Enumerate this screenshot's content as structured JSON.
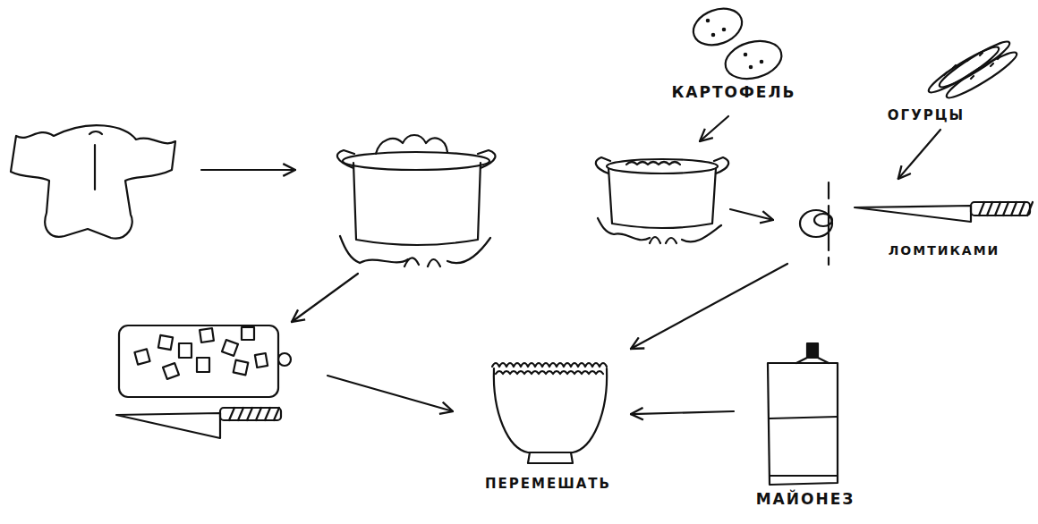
{
  "diagram": {
    "nodes": [
      {
        "text": [
          "КАРТОФЕЛЬ"
        ]
      },
      {
        "text": [
          "ОГУРЦЫ"
        ]
      },
      {
        "text": [
          "ЛОМТИКАМИ"
        ]
      },
      {
        "text": [
          "ПЕРЕМЕШАТЬ"
        ]
      },
      {
        "text": [
          "МАЙОНЕЗ"
        ]
      }
    ],
    "edges": [
      {
        "from": 1,
        "to": 2,
        "arrow": "to"
      },
      {
        "from": 2,
        "to": 3,
        "arrow": "to"
      },
      {
        "from": 4,
        "to": 3,
        "arrow": "to"
      }
    ]
  }
}
